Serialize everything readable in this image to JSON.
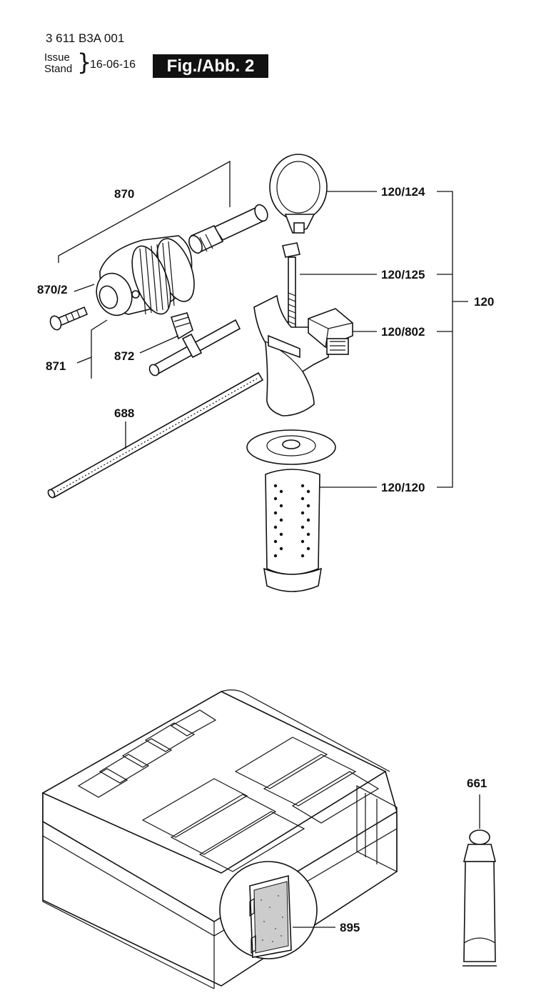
{
  "header": {
    "part_number": "3 611 B3A 001",
    "issue_label": "Issue",
    "stand_label": "Stand",
    "date": "16-06-16",
    "figure": "Fig./Abb. 2"
  },
  "labels": {
    "p870": "870",
    "p870_2": "870/2",
    "p871": "871",
    "p872": "872",
    "p688": "688",
    "p120_124": "120/124",
    "p120_125": "120/125",
    "p120": "120",
    "p120_802": "120/802",
    "p120_120": "120/120",
    "p661": "661",
    "p895": "895"
  }
}
